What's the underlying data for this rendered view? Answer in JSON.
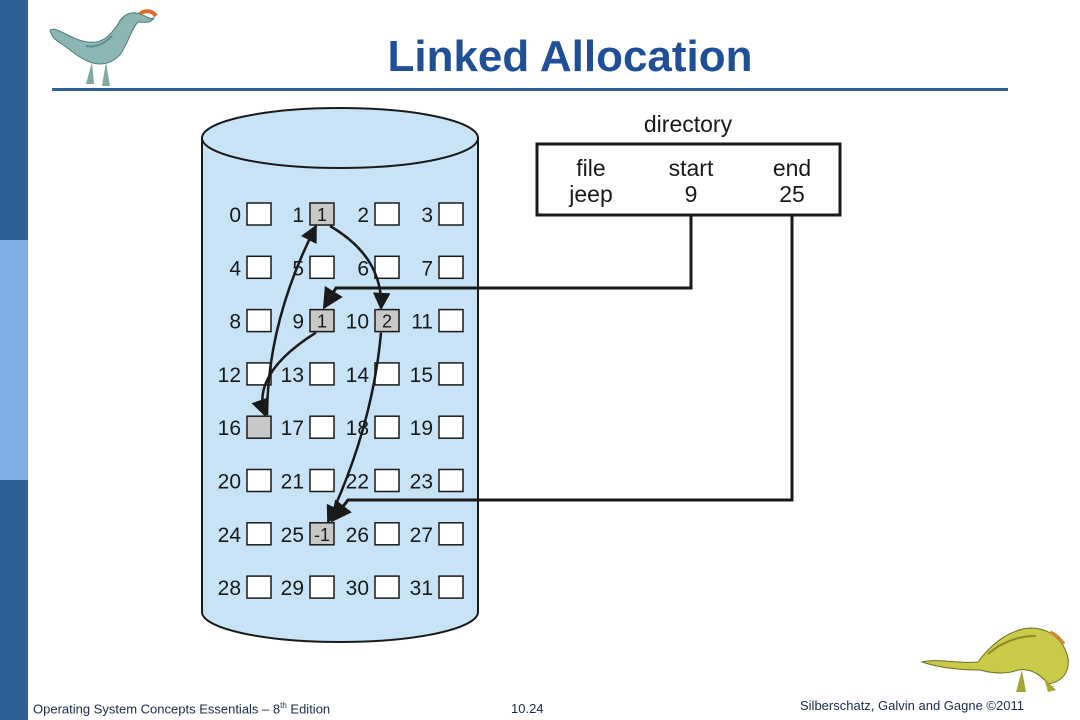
{
  "slide": {
    "title": "Linked Allocation"
  },
  "footer": {
    "left_main": "Operating System Concepts Essentials – 8",
    "left_sup": "th",
    "left_tail": " Edition",
    "page": "10.24",
    "right": "Silberschatz, Galvin and Gagne ©2011"
  },
  "directory": {
    "label": "directory",
    "headers": [
      "file",
      "start",
      "end"
    ],
    "row": [
      "jeep",
      "9",
      "25"
    ]
  },
  "disk": {
    "block_count": 32,
    "columns": 4,
    "values": {
      "1": "1",
      "9": "1",
      "10": "2",
      "25": "-1",
      "16": ""
    },
    "chain": [
      9,
      16,
      1,
      10,
      25
    ]
  },
  "colors": {
    "accent": "#2e6096",
    "title": "#1f4f96",
    "cylinder": "#c7e3f5",
    "used_block": "#c8c8c8"
  },
  "icons": [
    "dinosaur-logo-icon",
    "dinosaur-footer-icon"
  ]
}
